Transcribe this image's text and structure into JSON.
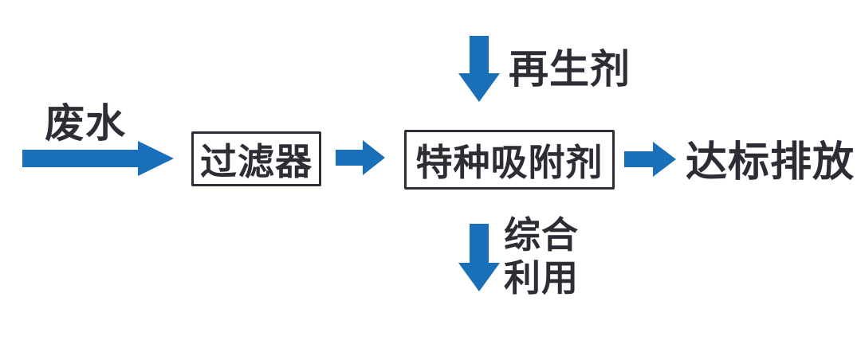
{
  "diagram": {
    "nodes": {
      "source": "废水",
      "filter": "过滤器",
      "adsorbent": "特种吸附剂",
      "discharge": "达标排放",
      "regenerant": "再生剂",
      "reuse_line1": "综合",
      "reuse_line2": "利用"
    },
    "edges": [
      {
        "from": "废水",
        "to": "过滤器"
      },
      {
        "from": "过滤器",
        "to": "特种吸附剂"
      },
      {
        "from": "再生剂",
        "to": "特种吸附剂"
      },
      {
        "from": "特种吸附剂",
        "to": "达标排放"
      },
      {
        "from": "特种吸附剂",
        "to": "综合利用"
      }
    ],
    "colors": {
      "arrow_blue": "#1a70b8",
      "text_dark": "#2e2d36",
      "box_border": "#2e2d36",
      "background": "#ffffff"
    }
  }
}
